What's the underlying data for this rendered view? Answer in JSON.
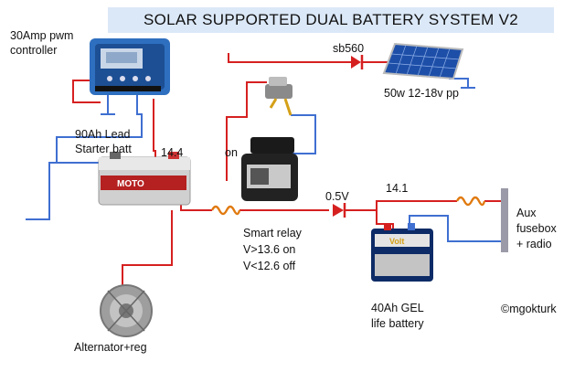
{
  "title": "SOLAR SUPPORTED DUAL BATTERY SYSTEM V2",
  "labels": {
    "controller_line1": "30Amp pwm",
    "controller_line2": "controller",
    "diode_top": "sb560",
    "panel_line": "50w 12-18v pp",
    "starter_line1": "90Ah Lead",
    "starter_line2": "Starter batt",
    "starter_voltage": "14.4",
    "relay_on": "on",
    "diode_mid": "0.5V",
    "life_voltage": "14.1",
    "relay_line1": "Smart relay",
    "relay_line2": "V>13.6 on",
    "relay_line3": "V<12.6 off",
    "aux_line1": "Aux",
    "aux_line2": "fusebox",
    "aux_line3": "+ radio",
    "life_line1": "40Ah GEL",
    "life_line2": "life battery",
    "credit": "©mgokturk",
    "alternator": "Alternator+reg"
  },
  "device_text": {
    "starter_brand": "MOTO",
    "life_brand": "Volt"
  },
  "colors": {
    "positive_wire": "#d62020",
    "negative_wire": "#3f6fd1",
    "title_bg": "#dbe8f7",
    "fuse": "#e07a10"
  }
}
